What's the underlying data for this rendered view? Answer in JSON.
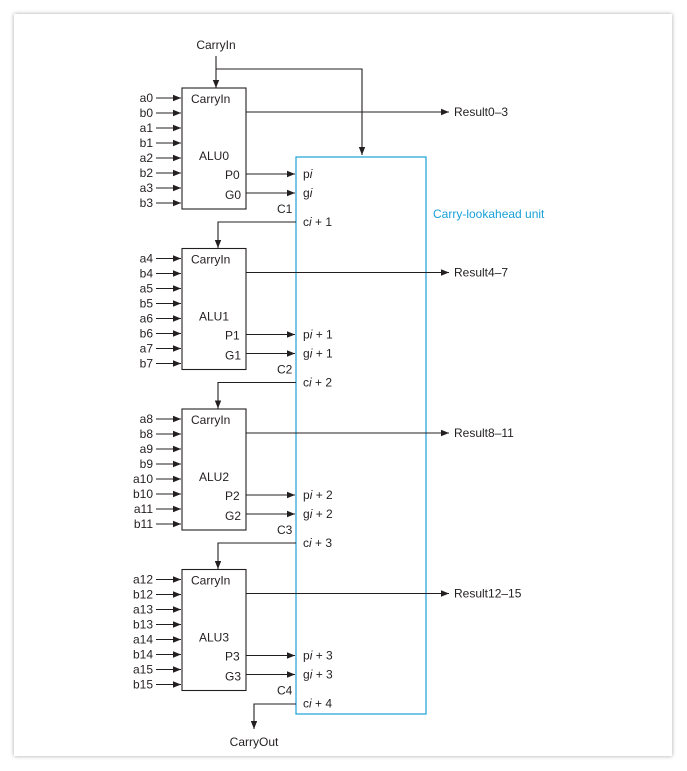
{
  "carry_in_label": "CarryIn",
  "carry_out_label": "CarryOut",
  "cla_label": "Carry-lookahead unit",
  "alus": [
    {
      "name": "ALU0",
      "carry_in": "CarryIn",
      "p": "P0",
      "g": "G0",
      "inputs": [
        "a0",
        "b0",
        "a1",
        "b1",
        "a2",
        "b2",
        "a3",
        "b3"
      ],
      "result": "Result0–3",
      "p_in": [
        "p",
        "i",
        ""
      ],
      "g_in": [
        "g",
        "i",
        ""
      ],
      "carry_name": "C1",
      "c_in": [
        "c",
        "i",
        " + 1"
      ]
    },
    {
      "name": "ALU1",
      "carry_in": "CarryIn",
      "p": "P1",
      "g": "G1",
      "inputs": [
        "a4",
        "b4",
        "a5",
        "b5",
        "a6",
        "b6",
        "a7",
        "b7"
      ],
      "result": "Result4–7",
      "p_in": [
        "p",
        "i",
        " + 1"
      ],
      "g_in": [
        "g",
        "i",
        " + 1"
      ],
      "carry_name": "C2",
      "c_in": [
        "c",
        "i",
        " + 2"
      ]
    },
    {
      "name": "ALU2",
      "carry_in": "CarryIn",
      "p": "P2",
      "g": "G2",
      "inputs": [
        "a8",
        "b8",
        "a9",
        "b9",
        "a10",
        "b10",
        "a11",
        "b11"
      ],
      "result": "Result8–11",
      "p_in": [
        "p",
        "i",
        " + 2"
      ],
      "g_in": [
        "g",
        "i",
        " + 2"
      ],
      "carry_name": "C3",
      "c_in": [
        "c",
        "i",
        " + 3"
      ]
    },
    {
      "name": "ALU3",
      "carry_in": "CarryIn",
      "p": "P3",
      "g": "G3",
      "inputs": [
        "a12",
        "b12",
        "a13",
        "b13",
        "a14",
        "b14",
        "a15",
        "b15"
      ],
      "result": "Result12–15",
      "p_in": [
        "p",
        "i",
        " + 3"
      ],
      "g_in": [
        "g",
        "i",
        " + 3"
      ],
      "carry_name": "C4",
      "c_in": [
        "c",
        "i",
        " + 4"
      ]
    }
  ]
}
